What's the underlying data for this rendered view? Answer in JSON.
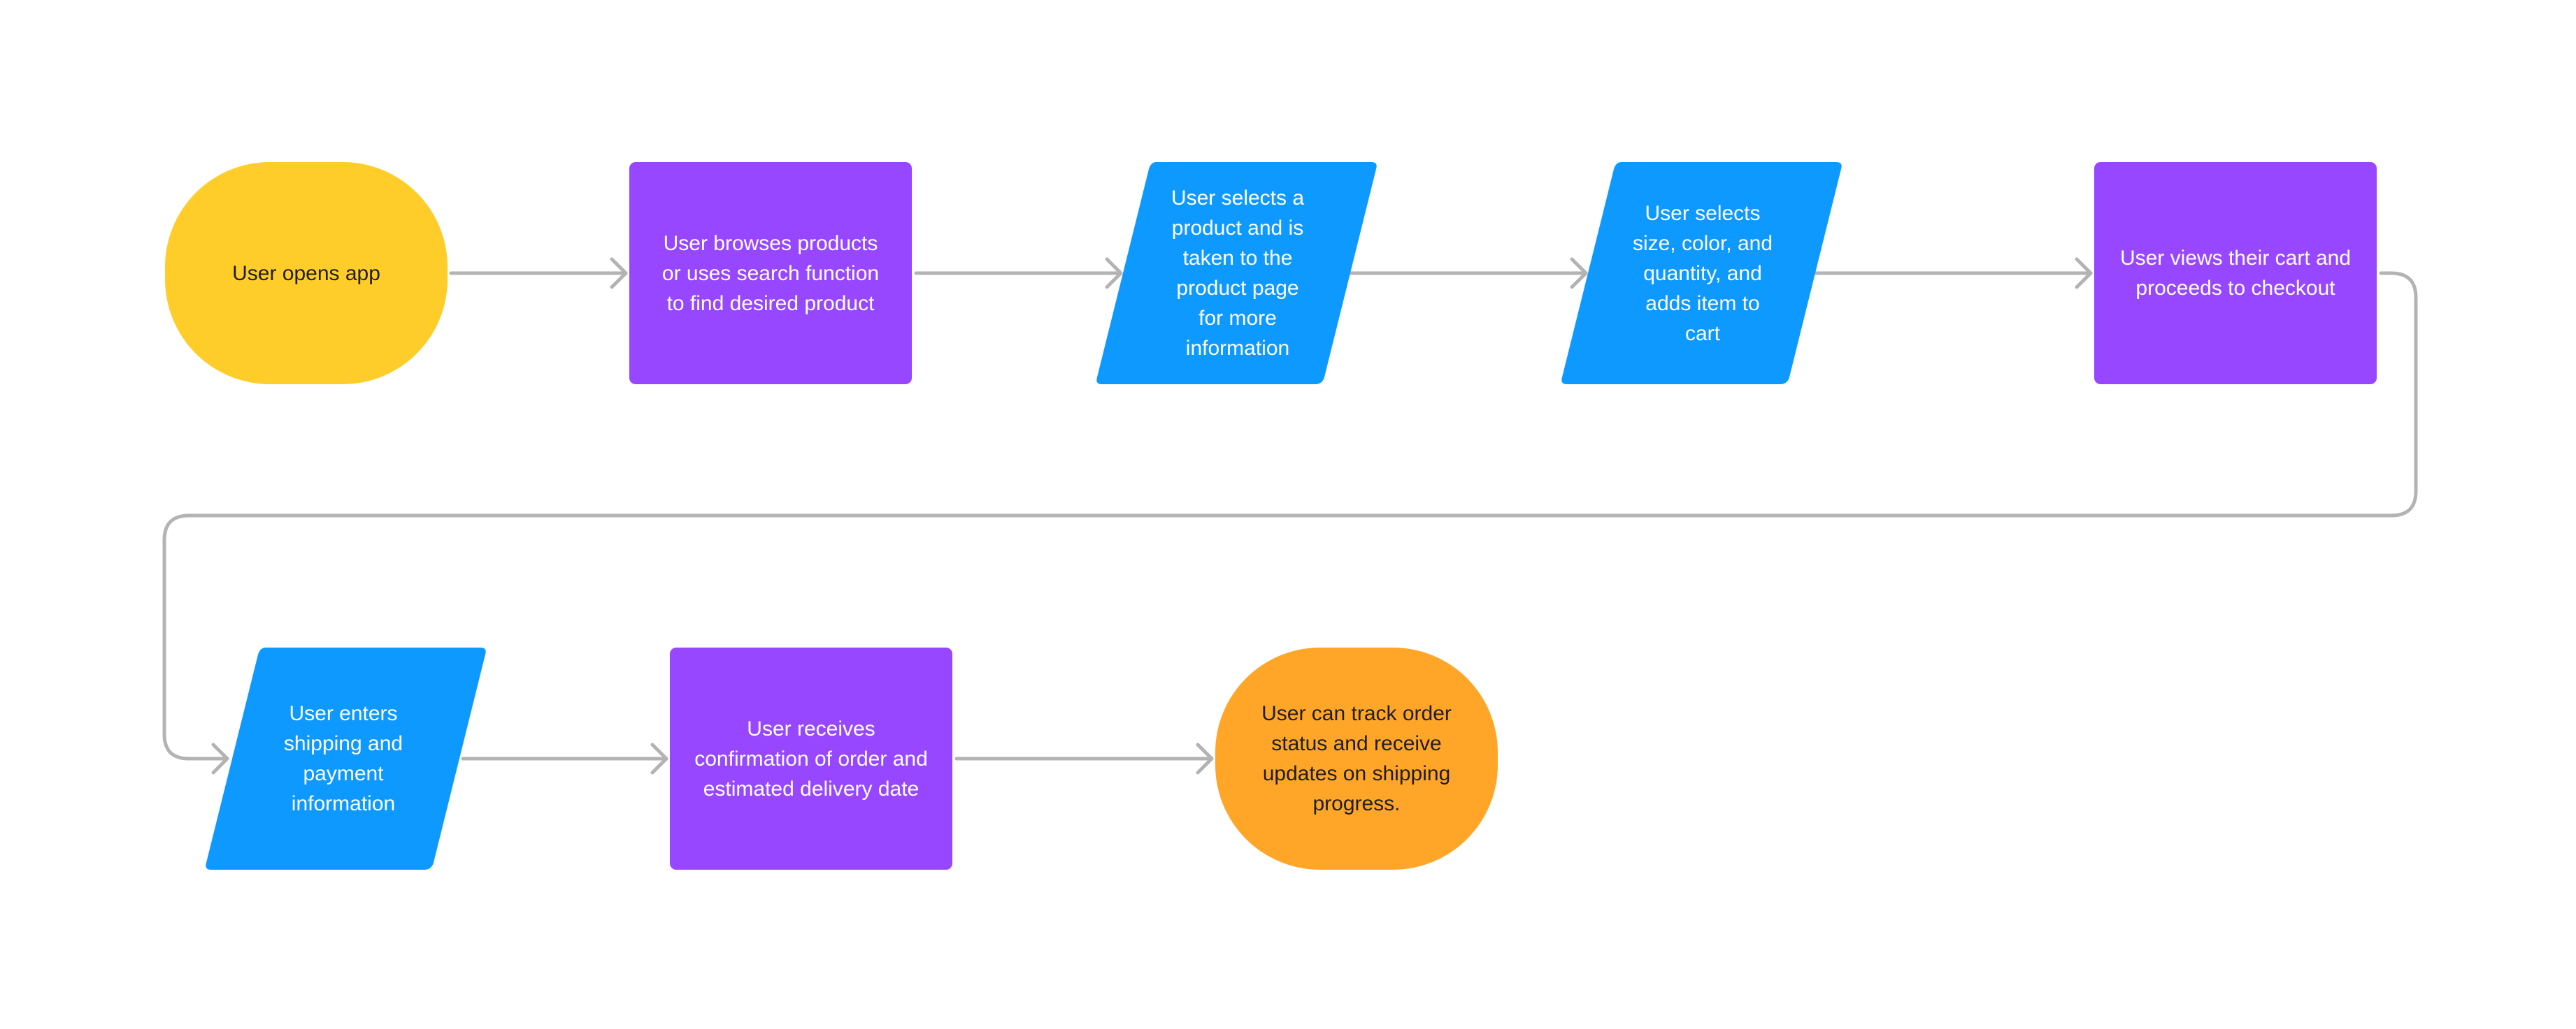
{
  "colors": {
    "terminal_start": "#FFCD29",
    "terminal_end": "#FFA629",
    "process": "#9747FF",
    "input_output": "#0D99FF",
    "connector": "#B3B3B3",
    "text_light": "#FFFFFF",
    "text_dark": "#1E1E1E"
  },
  "nodes": [
    {
      "id": "n1",
      "shape": "terminal",
      "fill": "terminal_start",
      "text": "User opens app"
    },
    {
      "id": "n2",
      "shape": "process",
      "fill": "process",
      "text": "User browses products\nor uses search function\nto find desired product"
    },
    {
      "id": "n3",
      "shape": "input-output",
      "fill": "input_output",
      "text": "User selects a\nproduct and is\ntaken to the\nproduct page\nfor more\ninformation"
    },
    {
      "id": "n4",
      "shape": "input-output",
      "fill": "input_output",
      "text": "User selects\nsize, color, and\nquantity, and\nadds item to\ncart"
    },
    {
      "id": "n5",
      "shape": "process",
      "fill": "process",
      "text": "User views their cart and\nproceeds to checkout"
    },
    {
      "id": "n6",
      "shape": "input-output",
      "fill": "input_output",
      "text": "User enters\nshipping and\npayment\ninformation"
    },
    {
      "id": "n7",
      "shape": "process",
      "fill": "process",
      "text": "User receives\nconfirmation of order and\nestimated delivery date"
    },
    {
      "id": "n8",
      "shape": "terminal",
      "fill": "terminal_end",
      "text": "User can track order\nstatus and receive\nupdates on shipping\nprogress."
    }
  ],
  "edges": [
    {
      "from": "n1",
      "to": "n2"
    },
    {
      "from": "n2",
      "to": "n3"
    },
    {
      "from": "n3",
      "to": "n4"
    },
    {
      "from": "n4",
      "to": "n5"
    },
    {
      "from": "n5",
      "to": "n6"
    },
    {
      "from": "n6",
      "to": "n7"
    },
    {
      "from": "n7",
      "to": "n8"
    }
  ]
}
